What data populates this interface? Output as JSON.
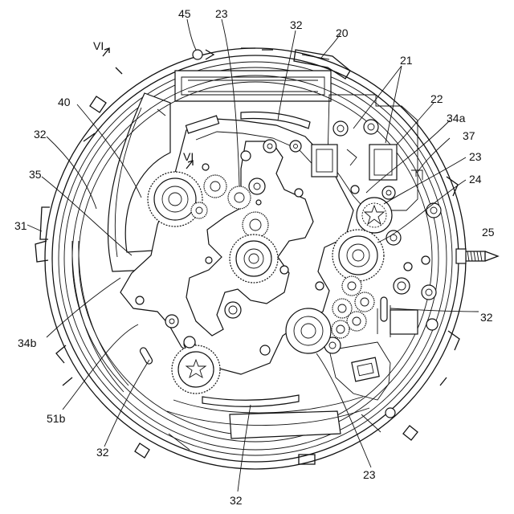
{
  "labels": {
    "l45": "45",
    "l23a": "23",
    "l32a": "32",
    "l20": "20",
    "l21": "21",
    "lVI_top": "VI",
    "l40": "40",
    "l22": "22",
    "l34a": "34a",
    "l32b": "32",
    "l37": "37",
    "l23b": "23",
    "l35": "35",
    "lVI_mid": "VI",
    "l24": "24",
    "l31": "31",
    "l25": "25",
    "l32c": "32",
    "l34b": "34b",
    "l51b": "51b",
    "l32d": "32",
    "l23c": "23",
    "l32e": "32"
  }
}
